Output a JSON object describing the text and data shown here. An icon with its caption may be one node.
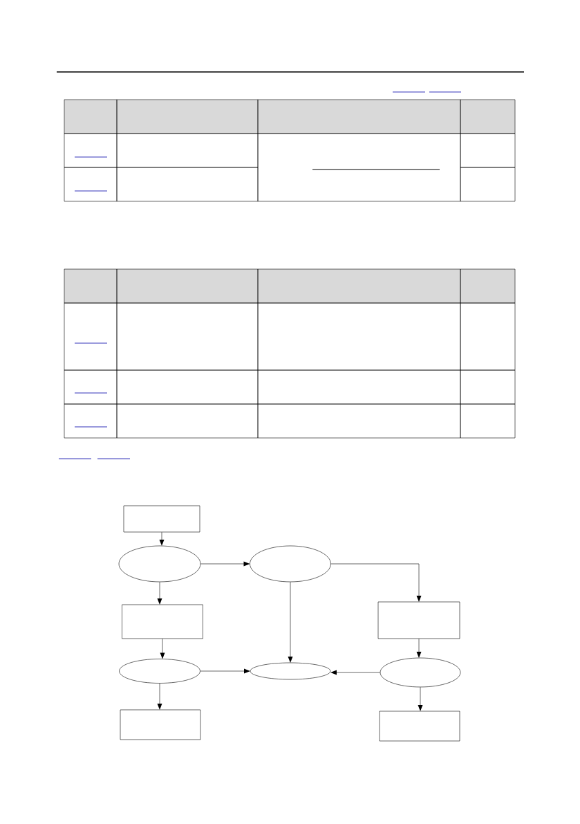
{
  "diagram": {
    "nodes": [
      {
        "text": [],
        "shape": "box"
      },
      {
        "text": [],
        "shape": "ellipse"
      },
      {
        "text": [],
        "shape": "ellipse"
      },
      {
        "text": [],
        "shape": "box"
      },
      {
        "text": [],
        "shape": "box"
      },
      {
        "text": [],
        "shape": "ellipse"
      },
      {
        "text": [],
        "shape": "ellipse"
      },
      {
        "text": [],
        "shape": "ellipse"
      },
      {
        "text": [],
        "shape": "box"
      },
      {
        "text": [],
        "shape": "box"
      }
    ],
    "edges": [
      {
        "from": 0,
        "to": 1,
        "arrow": "to"
      },
      {
        "from": 1,
        "to": 2,
        "arrow": "to"
      },
      {
        "from": 1,
        "to": 3,
        "arrow": "to"
      },
      {
        "from": 2,
        "to": 6,
        "arrow": "to"
      },
      {
        "from": 2,
        "to": 4,
        "arrow": "to"
      },
      {
        "from": 3,
        "to": 5,
        "arrow": "to"
      },
      {
        "from": 5,
        "to": 6,
        "arrow": "to"
      },
      {
        "from": 4,
        "to": 7,
        "arrow": "to"
      },
      {
        "from": 7,
        "to": 6,
        "arrow": "to"
      },
      {
        "from": 5,
        "to": 8,
        "arrow": "to"
      },
      {
        "from": 7,
        "to": 9,
        "arrow": "to"
      }
    ]
  }
}
